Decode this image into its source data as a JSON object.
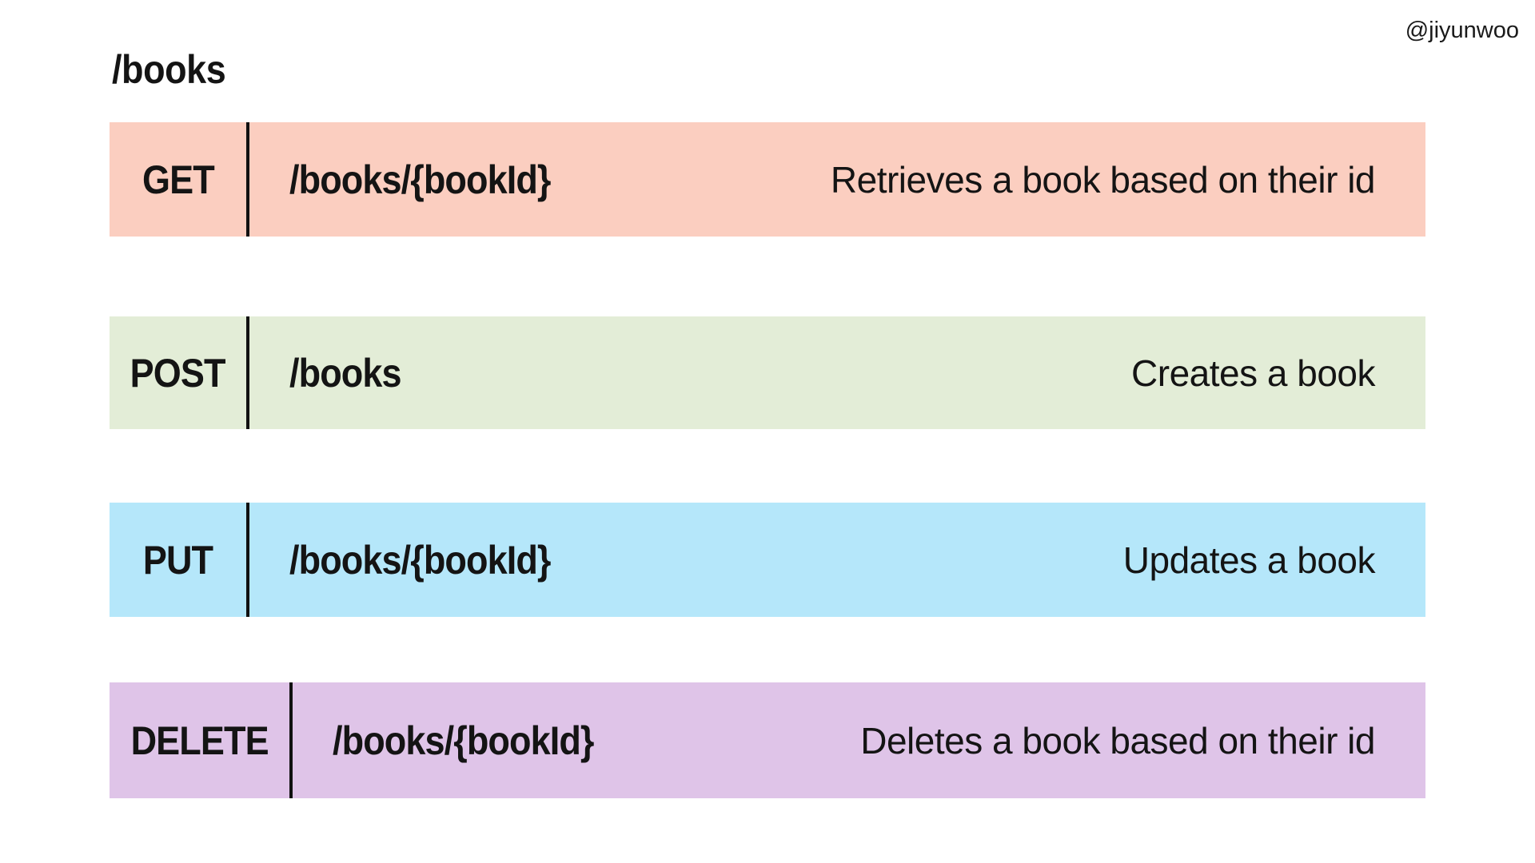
{
  "page": {
    "title": "/books",
    "watermark": "@jiyunwoo"
  },
  "endpoints": [
    {
      "method": "GET",
      "path": "/books/{bookId}",
      "description": "Retrieves a book based on their id",
      "color": "#FBCEC0"
    },
    {
      "method": "POST",
      "path": "/books",
      "description": "Creates a book",
      "color": "#E3EDD7"
    },
    {
      "method": "PUT",
      "path": "/books/{bookId}",
      "description": "Updates a book",
      "color": "#B5E7FA"
    },
    {
      "method": "DELETE",
      "path": "/books/{bookId}",
      "description": "Deletes a book based on their id",
      "color": "#DFC4E8"
    }
  ],
  "divider_color": "#111111"
}
